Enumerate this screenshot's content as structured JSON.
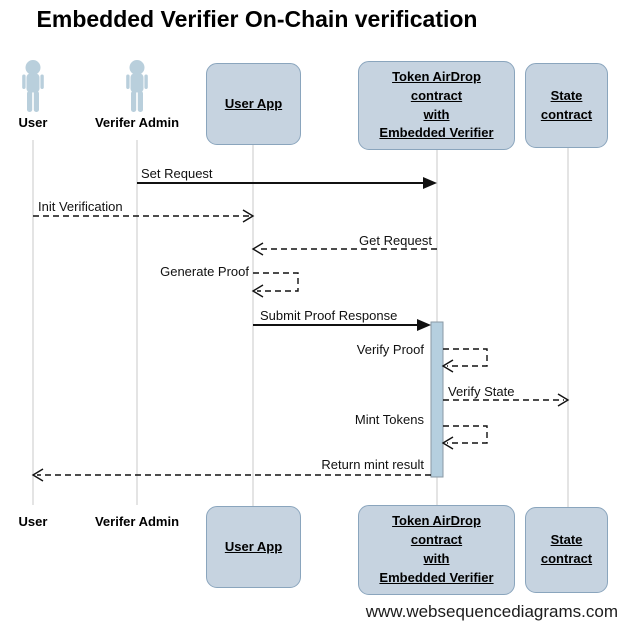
{
  "title": "Embedded Verifier On-Chain verification",
  "actors": [
    {
      "id": "user",
      "label": "User",
      "type": "actor"
    },
    {
      "id": "verifer-admin",
      "label": "Verifer Admin",
      "type": "actor"
    },
    {
      "id": "user-app",
      "label": "User App",
      "type": "participant"
    },
    {
      "id": "token-airdrop-contract",
      "label": "Token AirDrop\ncontract\nwith\nEmbedded Verifier",
      "type": "participant"
    },
    {
      "id": "state-contract",
      "label": "State\ncontract",
      "type": "participant"
    }
  ],
  "messages": [
    {
      "label": "Set Request",
      "from": "Verifer Admin",
      "to": "Token AirDrop contract with Embedded Verifier",
      "line": "solid"
    },
    {
      "label": "Init Verification",
      "from": "User",
      "to": "User App",
      "line": "dashed"
    },
    {
      "label": "Get Request",
      "from": "Token AirDrop contract with Embedded Verifier",
      "to": "User App",
      "line": "dashed"
    },
    {
      "label": "Generate Proof",
      "from": "User App",
      "to": "User App",
      "line": "dashed-self"
    },
    {
      "label": "Submit Proof Response",
      "from": "User App",
      "to": "Token AirDrop contract with Embedded Verifier",
      "line": "solid"
    },
    {
      "label": "Verify Proof",
      "from": "Token AirDrop contract with Embedded Verifier",
      "to": "Token AirDrop contract with Embedded Verifier",
      "line": "dashed-self"
    },
    {
      "label": "Verify State",
      "from": "Token AirDrop contract with Embedded Verifier",
      "to": "State contract",
      "line": "dashed"
    },
    {
      "label": "Mint Tokens",
      "from": "Token AirDrop contract with Embedded Verifier",
      "to": "Token AirDrop contract with Embedded Verifier",
      "line": "dashed-self"
    },
    {
      "label": "Return mint result",
      "from": "Token AirDrop contract with Embedded Verifier",
      "to": "User",
      "line": "dashed"
    }
  ],
  "footer": "www.websequencediagrams.com",
  "colors": {
    "participant_fill": "#c6d3e0",
    "participant_border": "#8aa5bd",
    "actor_icon": "#b9cfdc",
    "activation_fill": "#b5cfdf",
    "activation_border": "#8a9aa5",
    "lifeline": "#c9c9c9",
    "arrow": "#111111"
  }
}
